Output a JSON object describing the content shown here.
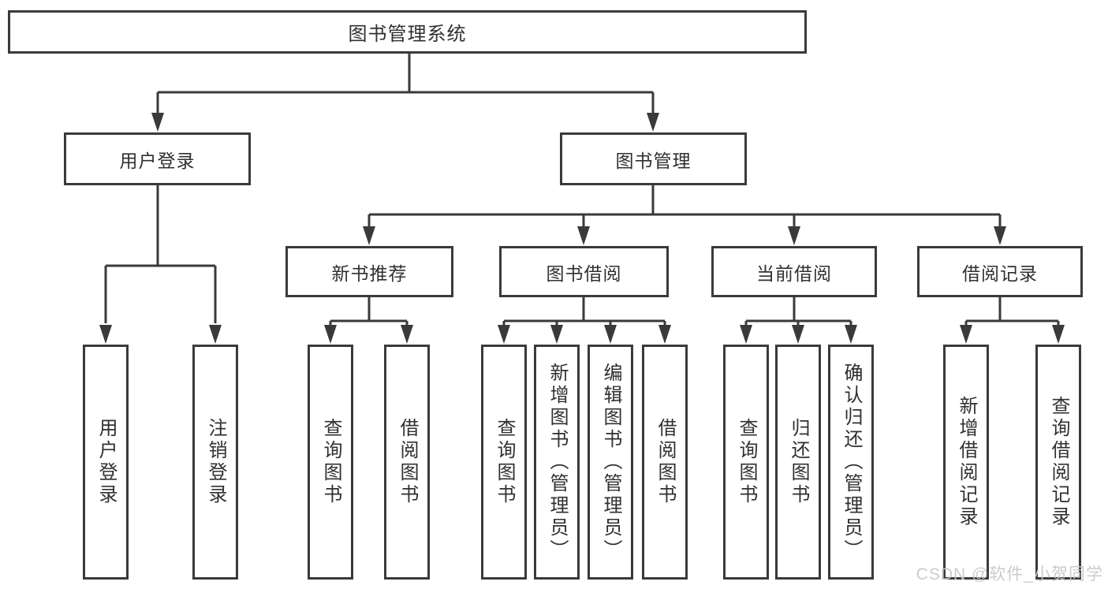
{
  "diagram": {
    "root": {
      "label": "图书管理系统"
    },
    "branches": {
      "user": {
        "label": "用户登录",
        "children": [
          {
            "label": "用户登录"
          },
          {
            "label": "注销登录"
          }
        ]
      },
      "books": {
        "label": "图书管理",
        "groups": [
          {
            "label": "新书推荐",
            "children": [
              {
                "label": "查询图书"
              },
              {
                "label": "借阅图书"
              }
            ]
          },
          {
            "label": "图书借阅",
            "children": [
              {
                "label": "查询图书"
              },
              {
                "label": "新增图书（管理员）"
              },
              {
                "label": "编辑图书（管理员）"
              },
              {
                "label": "借阅图书"
              }
            ]
          },
          {
            "label": "当前借阅",
            "children": [
              {
                "label": "查询图书"
              },
              {
                "label": "归还图书"
              },
              {
                "label": "确认归还（管理员）"
              }
            ]
          },
          {
            "label": "借阅记录",
            "children": [
              {
                "label": "新增借阅记录"
              },
              {
                "label": "查询借阅记录"
              }
            ]
          }
        ]
      }
    }
  },
  "watermark": {
    "text": "CSDN @软件_小贺同学"
  },
  "colors": {
    "line": "#3a3a3a",
    "text": "#303030",
    "background": "#ffffff",
    "watermark": "#c9c9c9"
  }
}
